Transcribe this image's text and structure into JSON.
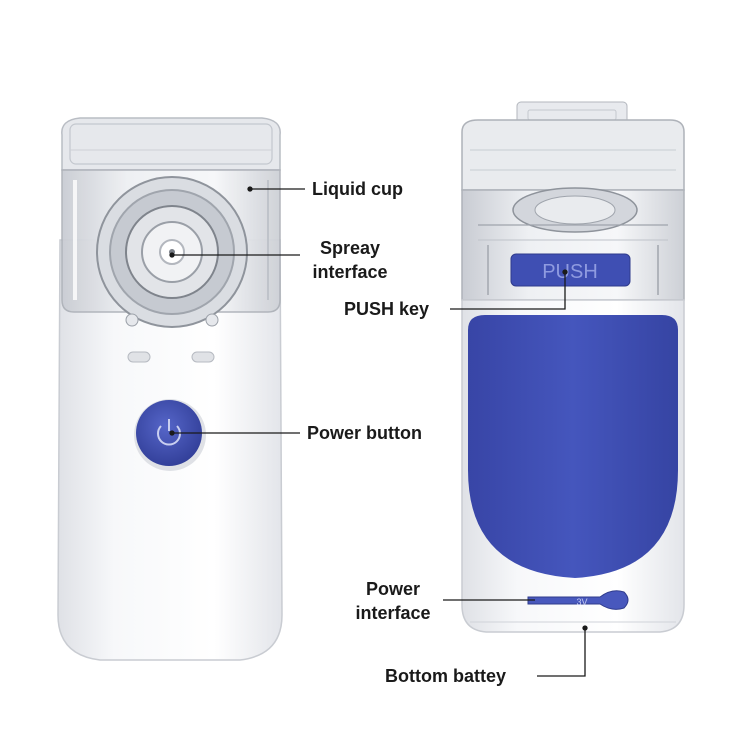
{
  "labels": {
    "liquid_cup": "Liquid cup",
    "spray_interface_line1": "Spreay",
    "spray_interface_line2": "interface",
    "push_key": "PUSH key",
    "power_button": "Power button",
    "power_interface_line1": "Power",
    "power_interface_line2": "interface",
    "bottom_battery": "Bottom battey"
  },
  "device_markings": {
    "push_text": "PUSH",
    "voltage_text": "3V"
  },
  "colors": {
    "accent_blue": "#3f4fb3",
    "body_white": "#f2f3f5",
    "leader_line": "#1a1a1a"
  }
}
